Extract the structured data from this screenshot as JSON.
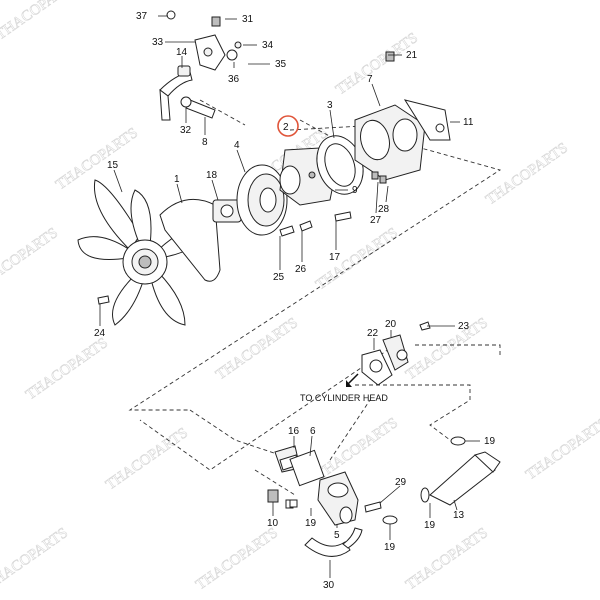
{
  "watermark_text": "THACOPARTS",
  "note_text": "TO CYLINDER HEAD",
  "callouts": {
    "c1": "1",
    "c2": "2",
    "c3": "3",
    "c4": "4",
    "c5": "5",
    "c6": "6",
    "c7": "7",
    "c8": "8",
    "c9": "9",
    "c10": "10",
    "c11": "11",
    "c13": "13",
    "c14": "14",
    "c15": "15",
    "c16": "16",
    "c17": "17",
    "c18": "18",
    "c19a": "19",
    "c19b": "19",
    "c19c": "19",
    "c19d": "19",
    "c20": "20",
    "c21": "21",
    "c22": "22",
    "c23": "23",
    "c24": "24",
    "c25": "25",
    "c26": "26",
    "c27": "27",
    "c28": "28",
    "c29": "29",
    "c30": "30",
    "c31": "31",
    "c32": "32",
    "c33": "33",
    "c34": "34",
    "c35": "35",
    "c36": "36",
    "c37": "37"
  },
  "highlight_color": "#e0553a"
}
